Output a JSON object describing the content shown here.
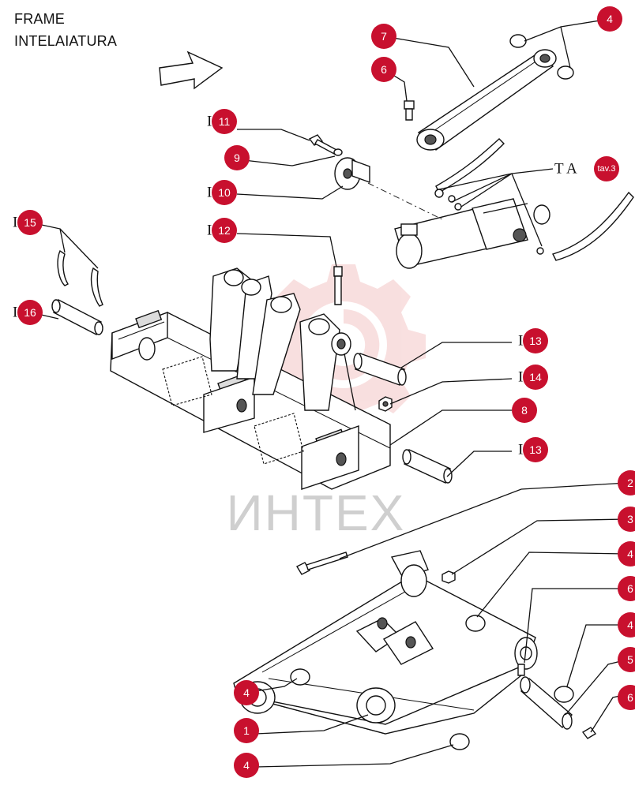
{
  "title_en": "FRAME",
  "title_it": "INTELAIATURA",
  "watermark": "ИНТЕХ",
  "colors": {
    "callout_badge": "#c8102e",
    "watermark_logo": "#f4c6c6",
    "watermark_text": "#cfcfcf"
  },
  "reference_note": "T A",
  "callouts": [
    {
      "id": "c4a",
      "label": "4"
    },
    {
      "id": "c7",
      "label": "7"
    },
    {
      "id": "c6a",
      "label": "6"
    },
    {
      "id": "c11",
      "label": "11",
      "prefix": "I"
    },
    {
      "id": "c9",
      "label": "9"
    },
    {
      "id": "c10",
      "label": "10",
      "prefix": "I"
    },
    {
      "id": "ctav",
      "label": "tav.3"
    },
    {
      "id": "c12",
      "label": "12",
      "prefix": "I"
    },
    {
      "id": "c15",
      "label": "15",
      "prefix": "I"
    },
    {
      "id": "c16",
      "label": "16",
      "prefix": "I"
    },
    {
      "id": "c13a",
      "label": "13",
      "prefix": "I"
    },
    {
      "id": "c14",
      "label": "14",
      "prefix": "I"
    },
    {
      "id": "c8",
      "label": "8"
    },
    {
      "id": "c13b",
      "label": "13",
      "prefix": "I"
    },
    {
      "id": "c2",
      "label": "2"
    },
    {
      "id": "c3",
      "label": "3"
    },
    {
      "id": "c4b",
      "label": "4"
    },
    {
      "id": "c6b",
      "label": "6"
    },
    {
      "id": "c4c",
      "label": "4"
    },
    {
      "id": "c5",
      "label": "5"
    },
    {
      "id": "c4d",
      "label": "4"
    },
    {
      "id": "c6c",
      "label": "6"
    },
    {
      "id": "c1",
      "label": "1"
    },
    {
      "id": "c4e",
      "label": "4"
    }
  ]
}
